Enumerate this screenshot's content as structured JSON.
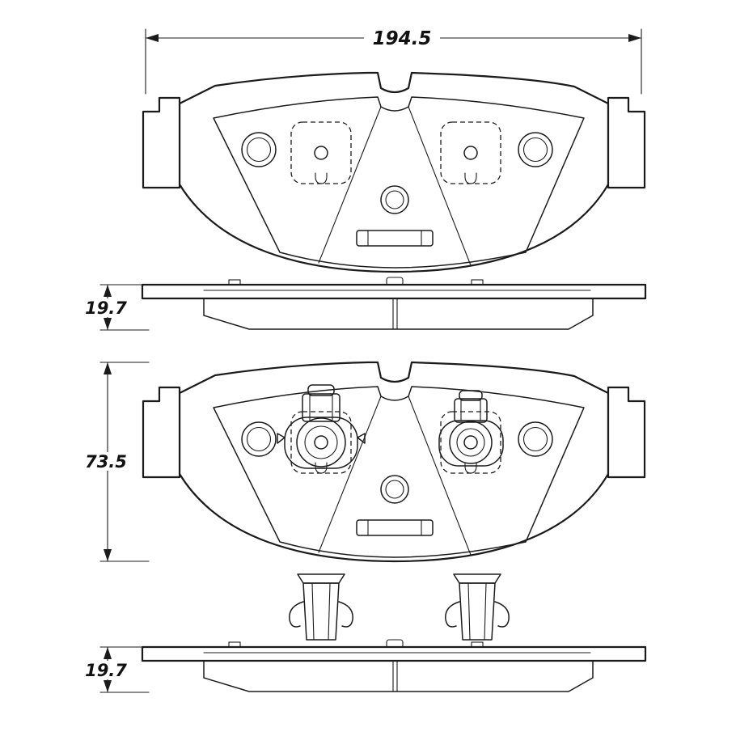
{
  "diagram": {
    "dimensions": {
      "overall_width": "194.5",
      "thickness_top_view": "19.7",
      "pad_height": "73.5",
      "thickness_bottom_view": "19.7"
    },
    "colors": {
      "line": "#1b1b1b",
      "text": "#111111",
      "background": "#ffffff"
    }
  }
}
